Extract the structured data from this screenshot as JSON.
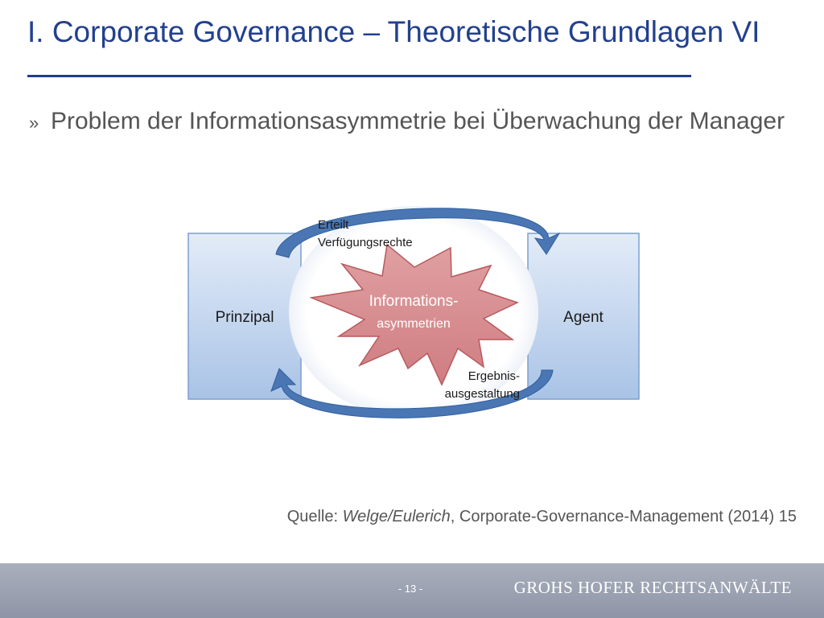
{
  "slide": {
    "title": "I. Corporate Governance – Theoretische Grundlagen VI",
    "bullet_mark": "»",
    "bullet_text": "Problem der Informationsasymmetrie bei Überwachung der Manager"
  },
  "diagram": {
    "left_box": "Prinzipal",
    "right_box": "Agent",
    "top_label_line1": "Erteilt",
    "top_label_line2": "Verfügungsrechte",
    "bottom_label_line1": "Ergebnis-",
    "bottom_label_line2": "ausgestaltung",
    "center_line1": "Informations-",
    "center_line2": "asymmetrien",
    "colors": {
      "box_fill": "#c9daf0",
      "box_stroke": "#7d9fcc",
      "arrow": "#4a77b4",
      "star_fill": "#d58b8e",
      "star_stroke": "#b85a5e"
    }
  },
  "source": {
    "prefix": "Quelle: ",
    "authors": "Welge/Eulerich",
    "rest": ", Corporate-Governance-Management (2014) 15"
  },
  "footer": {
    "page": "- 13 -",
    "firm": "GROHS HOFER RECHTSANWÄLTE"
  }
}
